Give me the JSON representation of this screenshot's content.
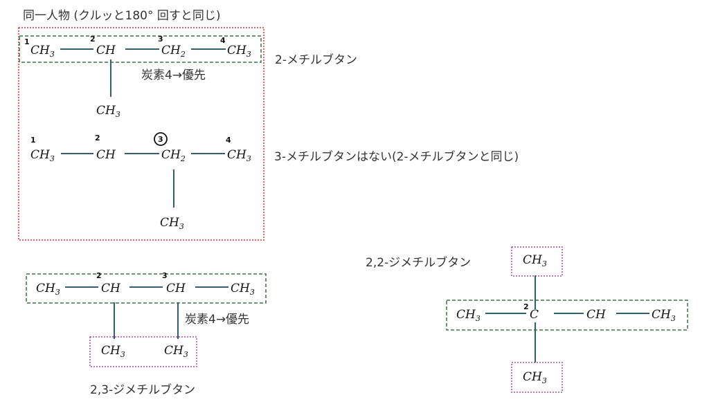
{
  "colors": {
    "bond": "#2b5f74",
    "green_box": "#2f7a36",
    "red_box": "#e0302a",
    "purple_box": "#b040b0",
    "text": "#333333"
  },
  "notes": {
    "same_molecule": "同一人物 (クルッと180° 回すと同じ)",
    "name_2_methylbutane": "2-メチルブタン",
    "carbon_priority_top": "炭素4→優先",
    "name_3_methylbutane": "3-メチルブタンはない(2-メチルブタンと同じ)",
    "carbon_priority_23": "炭素4→優先",
    "name_23_dimethylbutane": "2,3-ジメチルブタン",
    "name_22_dimethylbutane": "2,2-ジメチルブタン"
  },
  "labels": {
    "ch3": "CH",
    "ch": "CH",
    "ch2": "CH",
    "c": "C",
    "sub3": "3",
    "sub2": "2",
    "n1": "1",
    "n2": "2",
    "n3": "3",
    "n4": "4"
  }
}
